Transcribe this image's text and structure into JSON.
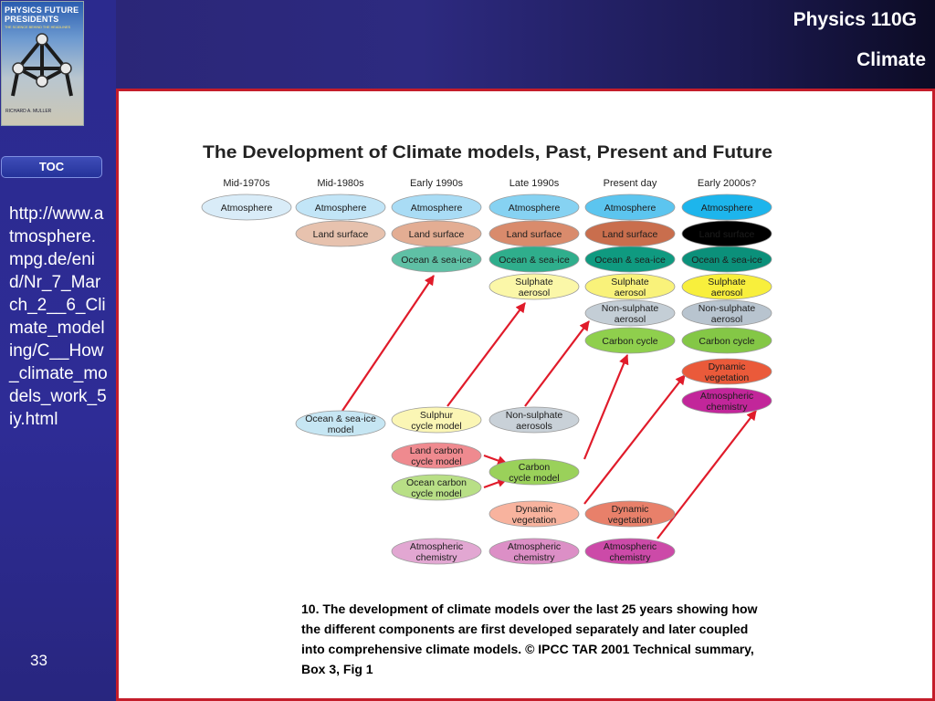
{
  "header": {
    "course": "Physics 110G",
    "topic": "Climate"
  },
  "sidebar": {
    "book": {
      "title": "PHYSICS FUTURE PRESIDENTS",
      "subtitle": "THE SCIENCE BEHIND THE HEADLINES",
      "author": "RICHARD A. MULLER"
    },
    "toc_label": "TOC",
    "url": "http://www.atmosphere.mpg.de/enid/Nr_7_March_2__6_Climate_modeling/C__How_climate_models_work_5iy.html",
    "page_number": "33"
  },
  "diagram": {
    "title": "The Development of Climate models, Past, Present and Future",
    "columns": [
      "Mid-1970s",
      "Mid-1980s",
      "Early 1990s",
      "Late 1990s",
      "Present day",
      "Early 2000s?"
    ],
    "labels": {
      "atm": "Atmosphere",
      "land": "Land surface",
      "ocean": "Ocean & sea-ice",
      "sulph": [
        "Sulphate",
        "aerosol"
      ],
      "nonsulph": [
        "Non-sulphate",
        "aerosol"
      ],
      "carbon": "Carbon cycle",
      "dynveg": [
        "Dynamic",
        "vegetation"
      ],
      "atmchem": [
        "Atmospheric",
        "chemistry"
      ],
      "ocean_model": [
        "Ocean & sea-ice",
        "model"
      ],
      "sulphur_model": [
        "Sulphur",
        "cycle model"
      ],
      "nonsulph_aerosols": [
        "Non-sulphate",
        "aerosols"
      ],
      "land_carbon": [
        "Land carbon",
        "cycle model"
      ],
      "ocean_carbon": [
        "Ocean carbon",
        "cycle model"
      ],
      "carbon_model": [
        "Carbon",
        "cycle model"
      ]
    },
    "colors": {
      "atm": [
        "#d9ecf8",
        "#c2e5f7",
        "#a9dcf5",
        "#86d2f2",
        "#5cc5ef",
        "#1db5ec"
      ],
      "land": [
        "#e7c2ae",
        "#e3ad93",
        "#d98b6c",
        "#c96e4d"
      ],
      "ocean": [
        "#5fc0a5",
        "#2fae8c",
        "#0f9a80",
        "#0b907a"
      ],
      "sulph": [
        "#fbf7a8",
        "#f9f27a",
        "#f8ef3c"
      ],
      "nonsulph": [
        "#c4ced6",
        "#b8c4cf"
      ],
      "carbon": [
        "#8fcf4d",
        "#84c746"
      ],
      "dynveg": [
        "#f69b8c",
        "#e8806a",
        "#ea5a3a"
      ],
      "atmchem": [
        "#e2a7d2",
        "#dc8fc6",
        "#cc4aa8",
        "#c2269a"
      ],
      "ocean_model": "#c6e6f3",
      "sulphur_model": "#fbf6b5",
      "nonsulph_aerosols": "#c9d1d8",
      "land_carbon": "#ef8a8f",
      "ocean_carbon": "#b8df86",
      "carbon_model": "#9ad15a",
      "dynveg_model": "#f8b39e",
      "atmchem_model": "#e6b3da",
      "arrow": "#e01b2a",
      "frame": "#c41d2a"
    }
  },
  "caption": "10. The development of climate models over the last 25 years showing how the different components are first developed separately and later coupled into comprehensive climate models. © IPCC TAR 2001 Technical summary, Box 3, Fig 1"
}
